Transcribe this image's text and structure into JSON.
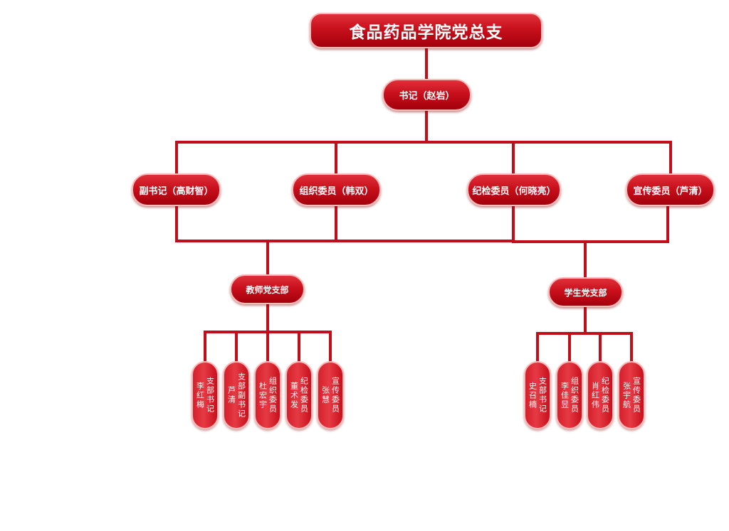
{
  "title": "食品药品学院党总支",
  "secretary": "书记（赵岩）",
  "committee": [
    "副书记（高财智）",
    "组织委员（韩双）",
    "纪检委员（何晓亮）",
    "宣传委员（芦清）"
  ],
  "branches": [
    {
      "name": "教师党支部",
      "members": [
        {
          "role": "支部书记",
          "person": "李红梅"
        },
        {
          "role": "支部副书记",
          "person": "芦清"
        },
        {
          "role": "组织委员",
          "person": "杜宏宇"
        },
        {
          "role": "纪检委员",
          "person": "董术发"
        },
        {
          "role": "宣传委员",
          "person": "张慧"
        }
      ]
    },
    {
      "name": "学生党支部",
      "members": [
        {
          "role": "支部书记",
          "person": "史召楠"
        },
        {
          "role": "组织委员",
          "person": "李佳昱"
        },
        {
          "role": "纪检委员",
          "person": "肖红伟"
        },
        {
          "role": "宣传委员",
          "person": "张宇航"
        }
      ]
    }
  ],
  "colors": {
    "primary": "#c8101c",
    "connector": "#c20e1a",
    "border": "#ffb8b8",
    "text": "#ffffff"
  }
}
